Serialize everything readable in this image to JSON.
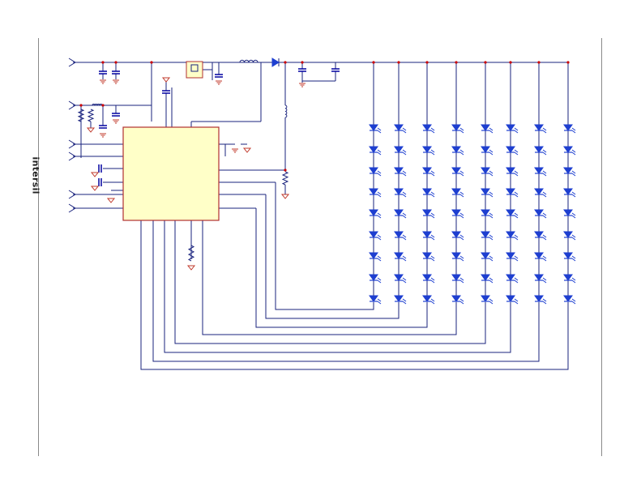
{
  "page": {
    "brand_logo": "intersil"
  },
  "schematic": {
    "led_columns": 8,
    "leds_per_column": 9,
    "ic_body_color": "#ffffc8",
    "ic_border_color": "#b03030",
    "wire_color": "#1a237e",
    "ground_color": "#c0392b",
    "node_color": "#cc0000",
    "led_color": "#1e3fd0",
    "cap_color": "#0000a0",
    "port_color": "#1a237e"
  }
}
